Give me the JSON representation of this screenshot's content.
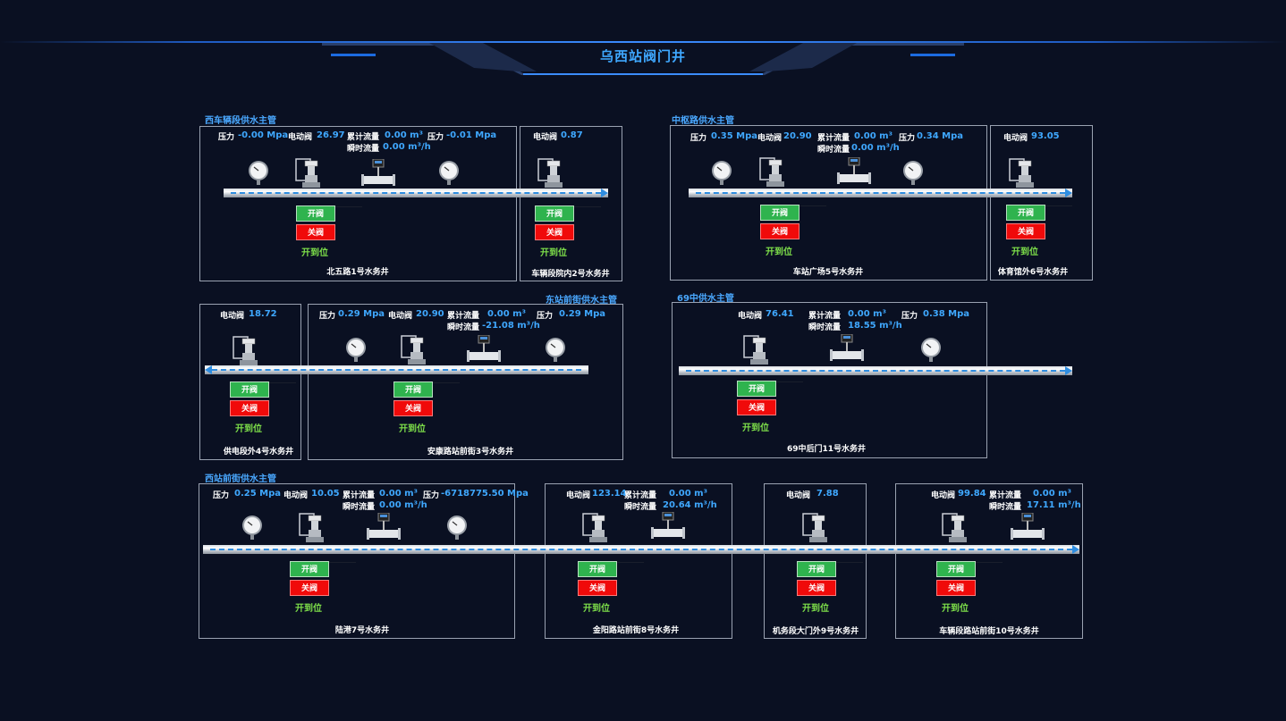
{
  "title": "乌西站阀门井",
  "pipes": [
    {
      "id": "p1",
      "title": "西车辆段供水主管"
    },
    {
      "id": "p2",
      "title": "中枢路供水主管"
    },
    {
      "id": "p3",
      "title": "东站前街供水主管"
    },
    {
      "id": "p4",
      "title": "69中供水主管"
    },
    {
      "id": "p5",
      "title": "西站前街供水主管"
    }
  ],
  "labels": {
    "pressure": "压力",
    "valve": "电动阀",
    "total_flow": "累计流量",
    "instant_flow": "瞬时流量",
    "open": "开阀",
    "close": "关阀",
    "in_position": "开到位"
  },
  "wells": [
    {
      "name": "北五路1号水务井",
      "valve": "26.97",
      "pressure_in": "-0.00 Mpa",
      "pressure_out": "-0.01 Mpa",
      "total_flow": "0.00 m³",
      "instant_flow": "0.00 m³/h",
      "pressure_out_label": "压力"
    },
    {
      "name": "车辆段院内2号水务井",
      "valve": "0.87"
    },
    {
      "name": "安康路站前街3号水务井",
      "valve": "20.90",
      "pressure_in": "0.29 Mpa",
      "pressure_out": "0.29 Mpa",
      "total_flow": "0.00 m³",
      "instant_flow": "-21.08 m³/h",
      "pressure_out_label": "压力"
    },
    {
      "name": "供电段外4号水务井",
      "valve": "18.72"
    },
    {
      "name": "车站广场5号水务井",
      "valve": "20.90",
      "pressure_in": "0.35 Mpa",
      "pressure_out": "0.34 Mpa",
      "total_flow": "0.00 m³",
      "instant_flow": "0.00 m³/h",
      "pressure_out_label": "压力"
    },
    {
      "name": "体育馆外6号水务井",
      "valve": "93.05"
    },
    {
      "name": "陆港7号水务井",
      "valve": "10.05",
      "pressure_in": "0.25 Mpa",
      "pressure_out": "-6718775.50 Mpa",
      "total_flow": "0.00 m³",
      "instant_flow": "0.00 m³/h",
      "pressure_out_label": "压力"
    },
    {
      "name": "金阳路站前街8号水务井",
      "valve": "123.14",
      "total_flow": "0.00 m³",
      "instant_flow": "20.64 m³/h"
    },
    {
      "name": "机务段大门外9号水务井",
      "valve": "7.88"
    },
    {
      "name": "车辆段路站前街10号水务井",
      "valve": "99.84",
      "total_flow": "0.00 m³",
      "instant_flow": "17.11 m³/h"
    },
    {
      "name": "69中后门11号水务井",
      "valve": "76.41",
      "pressure_out": "0.38 Mpa",
      "total_flow": "0.00 m³",
      "instant_flow": "18.55 m³/h",
      "pressure_out_label": "压力"
    }
  ],
  "colors": {
    "background": "#0a1022",
    "title": "#3fa8ff",
    "value": "#3fa8ff",
    "open_button": "#2fb34e",
    "close_button": "#f00a0a",
    "status_text": "#7ee04a",
    "flow_line": "#2f8de0",
    "panel_border": "#9aa2b1"
  },
  "icons": [
    "pressure-gauge-icon",
    "electric-valve-icon",
    "flow-meter-icon",
    "flow-arrow-icon"
  ]
}
